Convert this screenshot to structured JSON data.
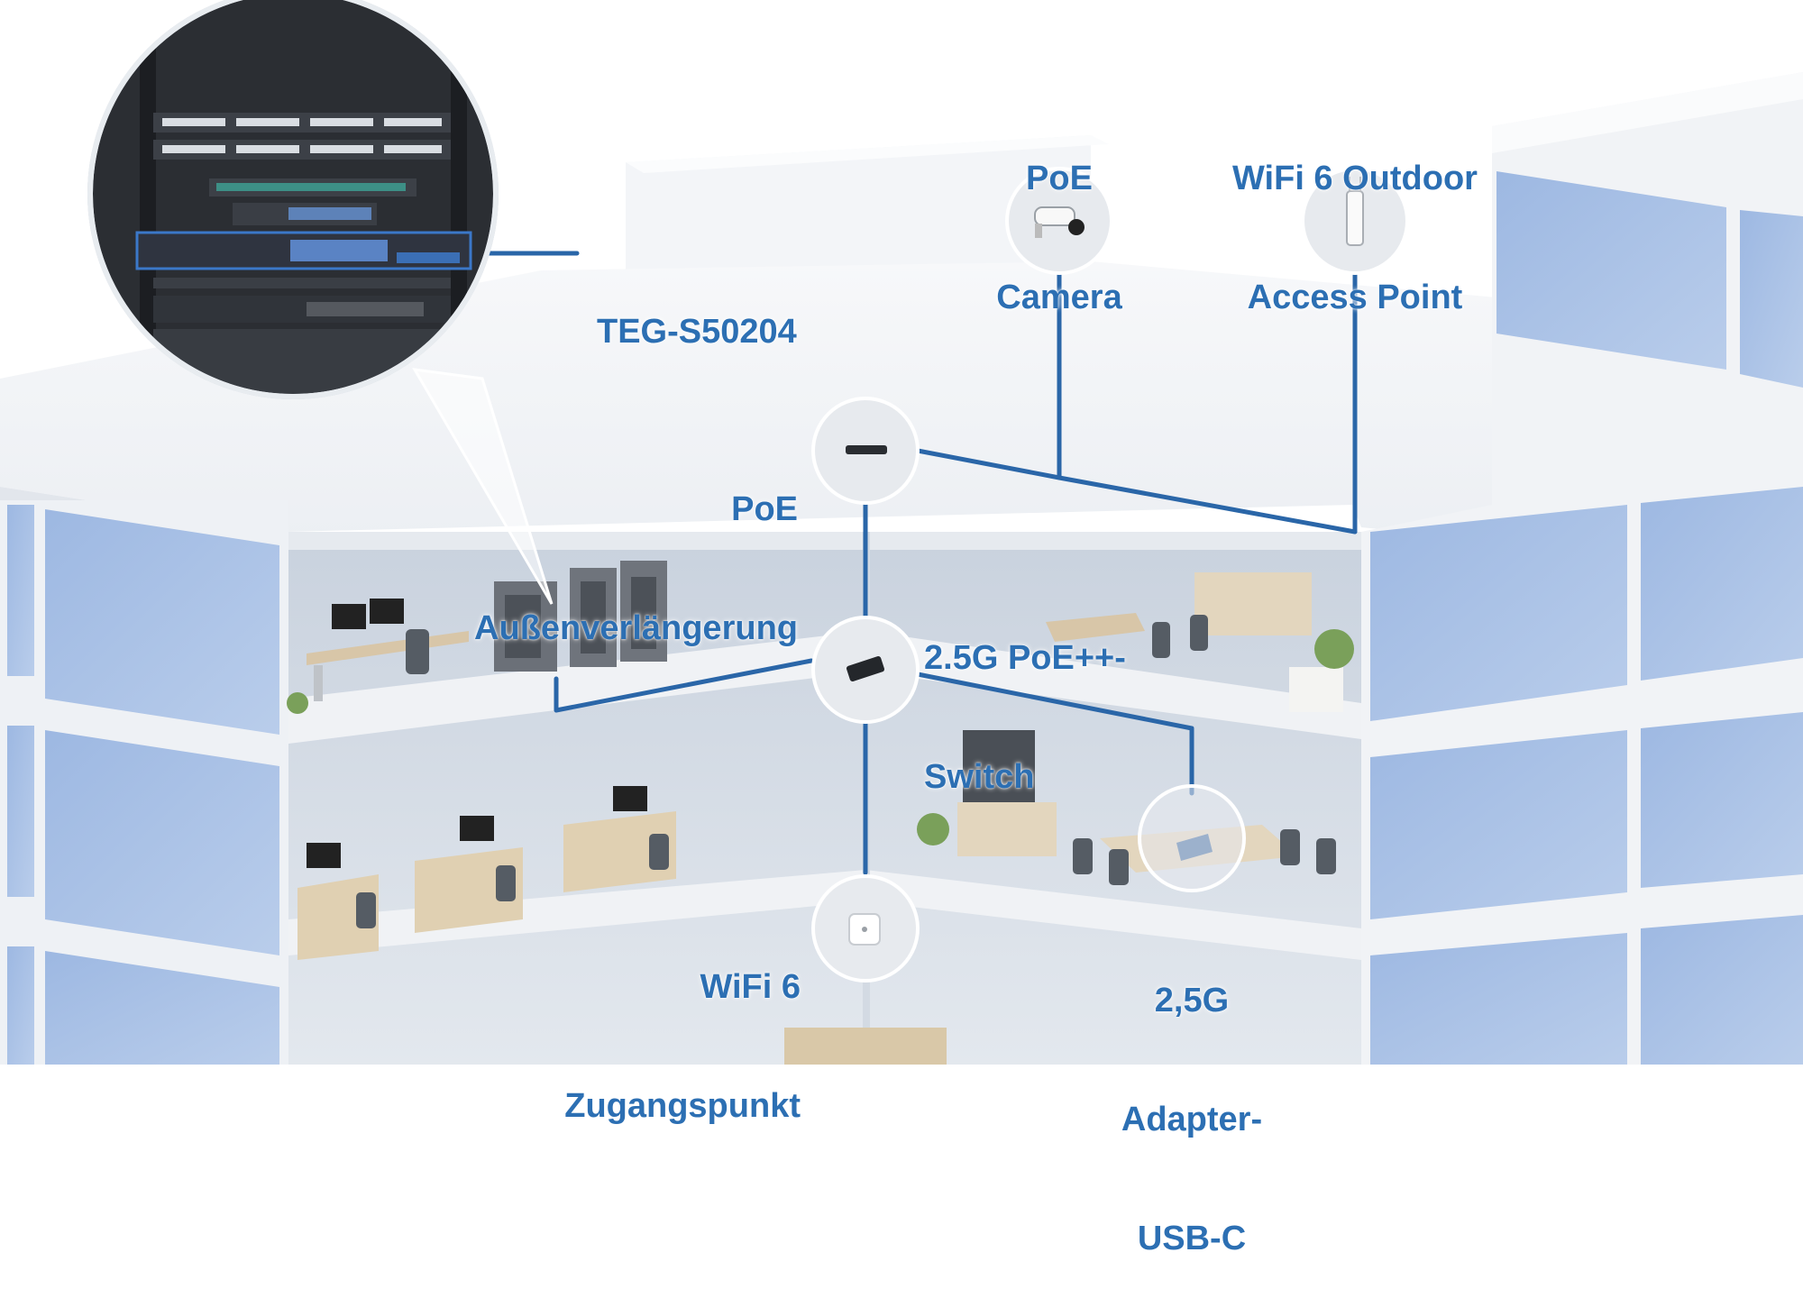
{
  "colors": {
    "accent": "#2c6fb3",
    "line": "#2a66a8",
    "window": "#a9c1e6",
    "wall": "#f2f4f7",
    "floor": "#dde3ea"
  },
  "labels": {
    "poe_camera": [
      "PoE",
      "Camera"
    ],
    "outdoor_ap": [
      "WiFi 6 Outdoor",
      "Access Point"
    ],
    "teg_model": "TEG-S50204",
    "poe_extender": [
      "PoE",
      "Außenverlängerung"
    ],
    "poe_switch": [
      "2.5G PoE++-",
      "Switch"
    ],
    "wifi_ap": [
      "WiFi 6",
      "Zugangspunkt"
    ],
    "usb_adapter": [
      "2,5G",
      "Adapter-",
      "USB-C"
    ]
  },
  "icons": {
    "camera": "security-camera-icon",
    "outdoor_ap": "outdoor-access-point-icon",
    "extender": "poe-extender-icon",
    "switch": "network-switch-icon",
    "wifi": "wifi-access-point-icon",
    "adapter": "usb-c-adapter-icon",
    "rack": "server-rack-icon"
  }
}
